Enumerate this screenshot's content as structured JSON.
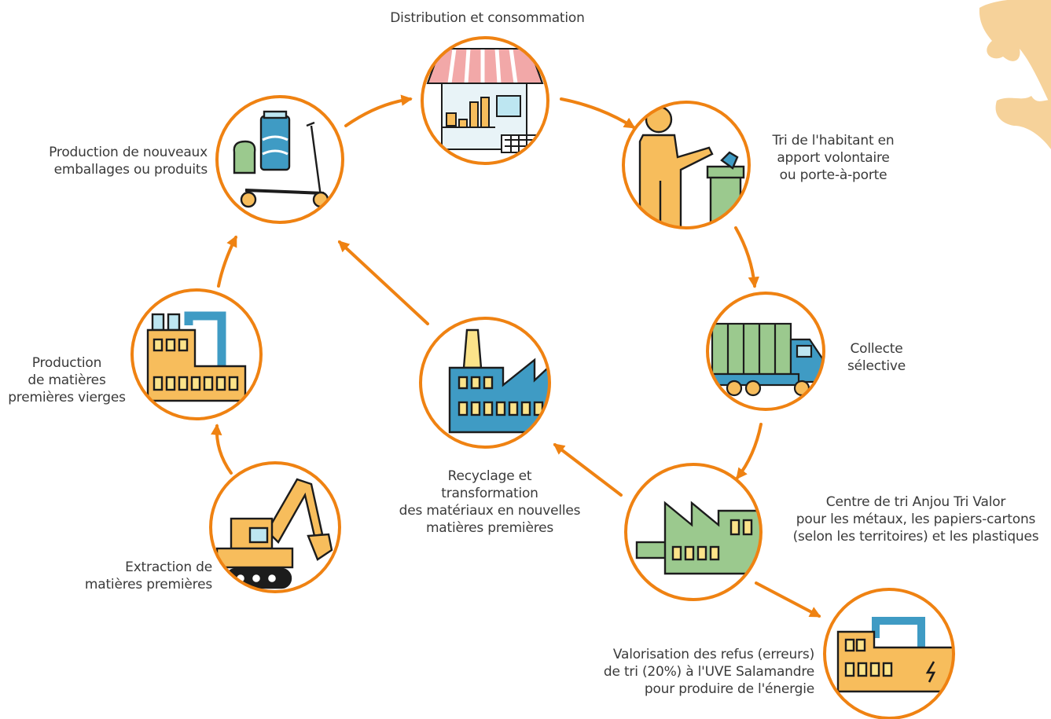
{
  "colors": {
    "accent": "#ef8212",
    "ink": "#1c1c1c",
    "blue": "#3f9bc4",
    "green": "#9bc98e",
    "yellow": "#fbe38a",
    "light_orange": "#f7bd5c",
    "decor": "#f6d29a"
  },
  "steps": {
    "distribution": {
      "lines": [
        "Distribution et consommation"
      ],
      "icon": "shop-icon"
    },
    "tri": {
      "lines": [
        "Tri de l'habitant en",
        "apport volontaire",
        "ou porte-à-porte"
      ],
      "icon": "person-sorting-icon"
    },
    "collecte": {
      "lines": [
        "Collecte",
        "sélective"
      ],
      "icon": "truck-icon"
    },
    "centre": {
      "lines": [
        "Centre de tri Anjou Tri Valor",
        "pour les métaux, les papiers-cartons",
        "(selon les territoires) et les plastiques"
      ],
      "icon": "sorting-factory-icon"
    },
    "valorisation": {
      "lines": [
        "Valorisation des refus (erreurs)",
        "de tri (20%) à l'UVE Salamandre",
        "pour produire de l'énergie"
      ],
      "icon": "power-plant-icon"
    },
    "recyclage": {
      "lines": [
        "Recyclage et",
        "transformation",
        "des matériaux en nouvelles",
        "matières premières"
      ],
      "icon": "recycling-factory-icon"
    },
    "extraction": {
      "lines": [
        "Extraction de",
        "matières premières"
      ],
      "icon": "excavator-icon"
    },
    "production_vierges": {
      "lines": [
        "Production",
        "de matières",
        "premières vierges"
      ],
      "icon": "raw-factory-icon"
    },
    "production_nouveaux": {
      "lines": [
        "Production de nouveaux",
        "emballages ou produits"
      ],
      "icon": "products-icon"
    }
  }
}
